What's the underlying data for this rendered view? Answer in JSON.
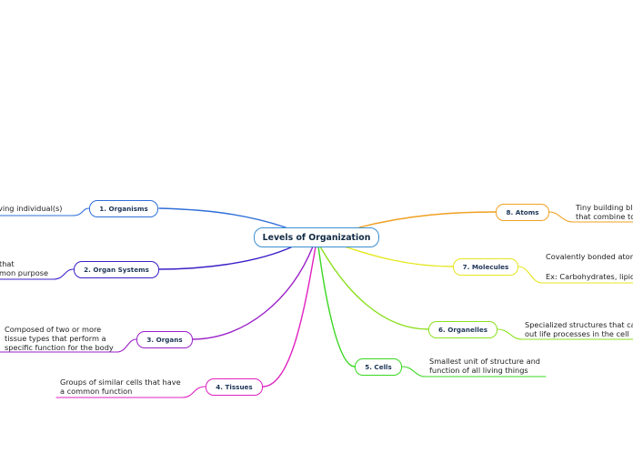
{
  "central": {
    "title": "Levels of Organization"
  },
  "topics": [
    {
      "label": "1. Organisms",
      "color": "#2f6fd9",
      "note": [
        "ving individual(s)"
      ]
    },
    {
      "label": "2. Organ Systems",
      "color": "#3b20c8",
      "note": [
        "that",
        "mon purpose"
      ]
    },
    {
      "label": "3. Organs",
      "color": "#9a20c8",
      "note": [
        "Composed of two or more",
        "tissue types that perform a",
        "specific function for the body"
      ]
    },
    {
      "label": "4. Tissues",
      "color": "#e020c0",
      "note": [
        "Groups of similar cells that have",
        "a common function"
      ]
    },
    {
      "label": "5. Cells",
      "color": "#39d820",
      "note": [
        "Smallest unit of structure and",
        "function of all living things"
      ]
    },
    {
      "label": "6. Organelles",
      "color": "#8ce020",
      "note": [
        "Specialized structures that ca",
        "out life processes in the cell"
      ]
    },
    {
      "label": "7. Molecules",
      "color": "#e6e620",
      "note": [
        "Covalently bonded atom",
        "",
        "Ex: Carbohydrates, lipid"
      ]
    },
    {
      "label": "8. Atoms",
      "color": "#f0a020",
      "note": [
        "Tiny building blo",
        "that combine to"
      ]
    }
  ]
}
